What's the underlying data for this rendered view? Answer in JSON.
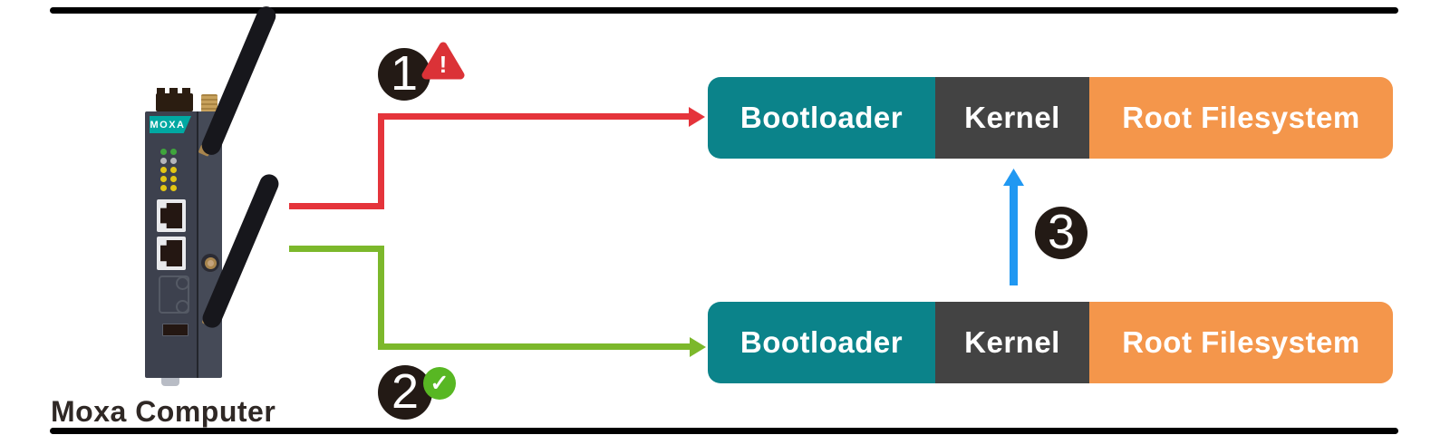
{
  "device": {
    "logo": "MOXA",
    "label": "Moxa Computer"
  },
  "steps": [
    {
      "number": "1"
    },
    {
      "number": "2"
    },
    {
      "number": "3"
    }
  ],
  "badges": {
    "warning_glyph": "!",
    "success_glyph": "✓"
  },
  "bars": {
    "top": {
      "segments": [
        {
          "label": "Bootloader"
        },
        {
          "label": "Kernel"
        },
        {
          "label": "Root Filesystem"
        }
      ]
    },
    "bottom": {
      "segments": [
        {
          "label": "Bootloader"
        },
        {
          "label": "Kernel"
        },
        {
          "label": "Root Filesystem"
        }
      ]
    }
  },
  "colors": {
    "bootloader": "#0B838A",
    "kernel": "#434343",
    "root_filesystem": "#F4964B",
    "arrow_fail": "#E5343B",
    "arrow_ok": "#7CB82B",
    "arrow_kernel": "#2098F2",
    "badge_warning": "#DB3237",
    "badge_success": "#58B723",
    "step_circle": "#231A15",
    "logo_teal": "#00A8A2"
  }
}
